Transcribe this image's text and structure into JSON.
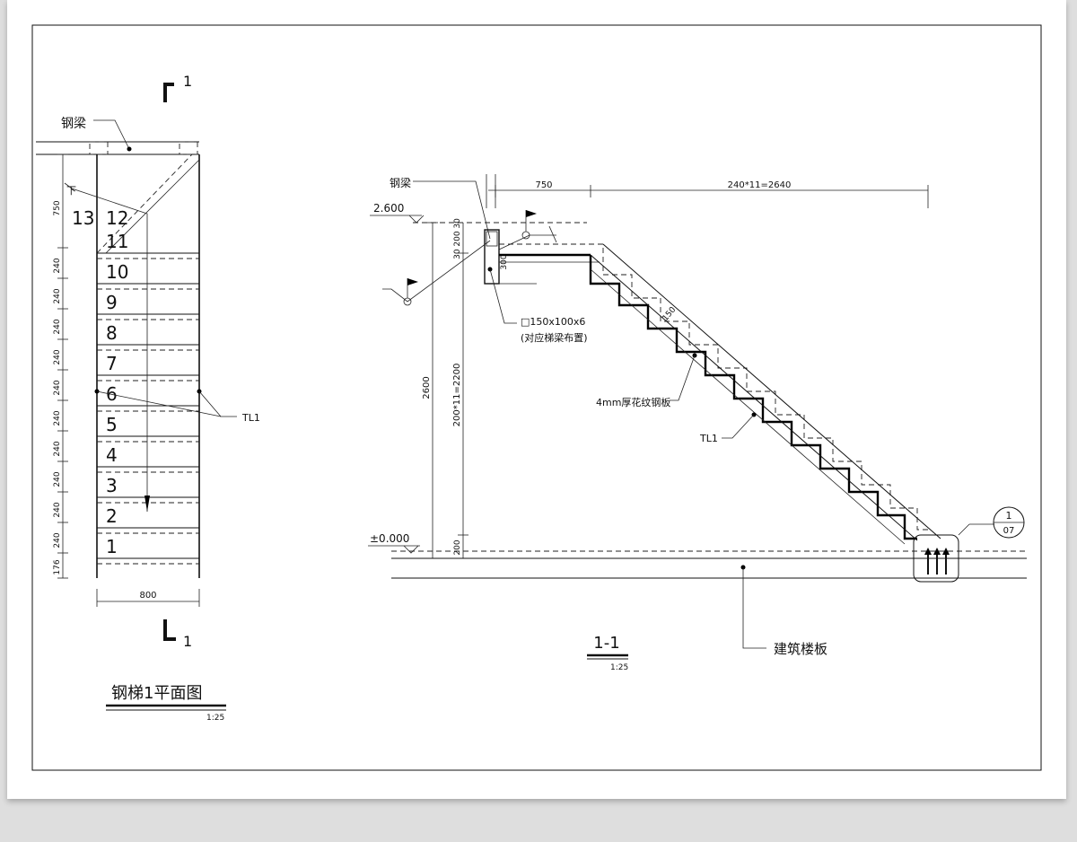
{
  "plan": {
    "title": "钢梯1平面图",
    "scale": "1:25",
    "label_beam": "钢梁",
    "label_tl1": "TL1",
    "label_down": "下",
    "section_mark": "1",
    "width_dim": "800",
    "dim_750": "750",
    "dim_240": "240",
    "dim_176": "176",
    "steps": [
      "1",
      "2",
      "3",
      "4",
      "5",
      "6",
      "7",
      "8",
      "9",
      "10",
      "11",
      "12",
      "13"
    ]
  },
  "section": {
    "title": "1-1",
    "scale": "1:25",
    "label_beam": "钢梁",
    "elev_top": "2.600",
    "elev_zero": "±0.000",
    "dim_750": "750",
    "dim_run": "240*11=2640",
    "dim_2600": "2600",
    "dim_rise": "200*11=2200",
    "dim_200": "200",
    "dim_top_stack": "30 200 30",
    "dim_30": "30",
    "dim_300": "300",
    "dim_150": "150",
    "tube_spec": "□150x100x6",
    "tube_note": "(对应梯梁布置)",
    "plate_note": "4mm厚花纹钢板",
    "label_tl1": "TL1",
    "floor_note": "建筑楼板",
    "detail_num": "1",
    "detail_sheet": "07"
  }
}
